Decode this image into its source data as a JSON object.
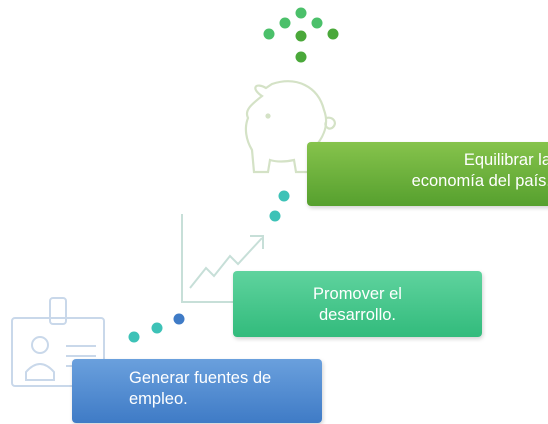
{
  "steps": [
    {
      "label": "Generar fuentes de\nempleo."
    },
    {
      "label": "Promover el\ndesarrollo."
    },
    {
      "label": "Equilibrar la\neconomía del país."
    }
  ],
  "colors": {
    "employment_box_top": "#6aa0dd",
    "employment_box_bottom": "#3f7bc6",
    "development_box_top": "#5fd39e",
    "development_box_bottom": "#32bb7c",
    "economy_box_top": "#86c34c",
    "economy_box_bottom": "#56a02e",
    "dot_blue": "#3f7bc6",
    "dot_teal": "#3dc2b7",
    "dot_green": "#4bc06a",
    "dot_dark_green": "#4aa83a",
    "icon_line": "#c7d9d2"
  },
  "icons": [
    "id-badge-icon",
    "growth-chart-icon",
    "piggy-bank-icon",
    "plus-dots-icon"
  ]
}
